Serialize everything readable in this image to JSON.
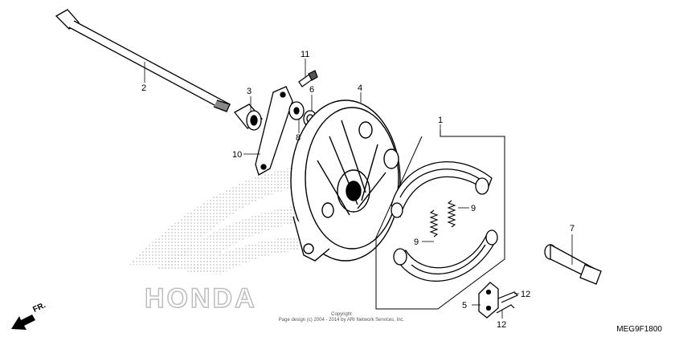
{
  "callouts": {
    "c1": "1",
    "c2": "2",
    "c3": "3",
    "c4": "4",
    "c5": "5",
    "c6": "6",
    "c7": "7",
    "c8": "8",
    "c9a": "9",
    "c9b": "9",
    "c10": "10",
    "c11": "11",
    "c12a": "12",
    "c12b": "12"
  },
  "watermark": {
    "text": "HONDA",
    "color": "#bdbdbd"
  },
  "copyright": {
    "line1": "Copyright",
    "line2": "Page design (c) 2004 - 2014 by ARI Network Services, Inc."
  },
  "diagram_code": "MEG9F1800",
  "direction_indicator": {
    "label": "FR.",
    "icon": "arrow-down-left-icon"
  }
}
